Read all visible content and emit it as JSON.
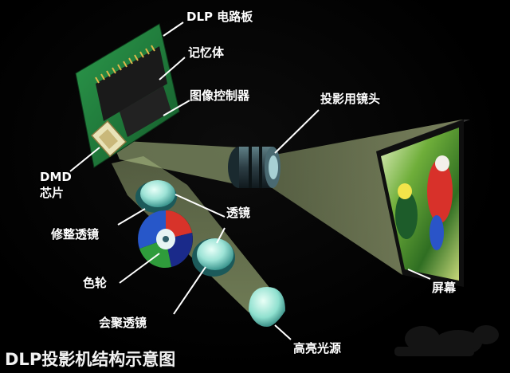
{
  "title": "DLP投影机结构示意图",
  "labels": {
    "dlp_board": "DLP 电路板",
    "memory": "记忆体",
    "image_controller": "图像控制器",
    "projection_lens": "投影用镜头",
    "dmd_line1": "DMD",
    "dmd_line2": "芯片",
    "trim_lens": "修整透镜",
    "lens": "透镜",
    "color_wheel": "色轮",
    "condenser_lens": "会聚透镜",
    "screen": "屏幕",
    "light_source": "高亮光源"
  },
  "colors": {
    "beam": "#b5c98a",
    "board": "#1f7a3a",
    "chip": "#1b1b1b",
    "lens_glass": "#7fe0d8",
    "wheel_red": "#d8332a",
    "wheel_green": "#2f9c3b",
    "wheel_blue": "#2757c9",
    "leader_line": "#ffffff"
  }
}
